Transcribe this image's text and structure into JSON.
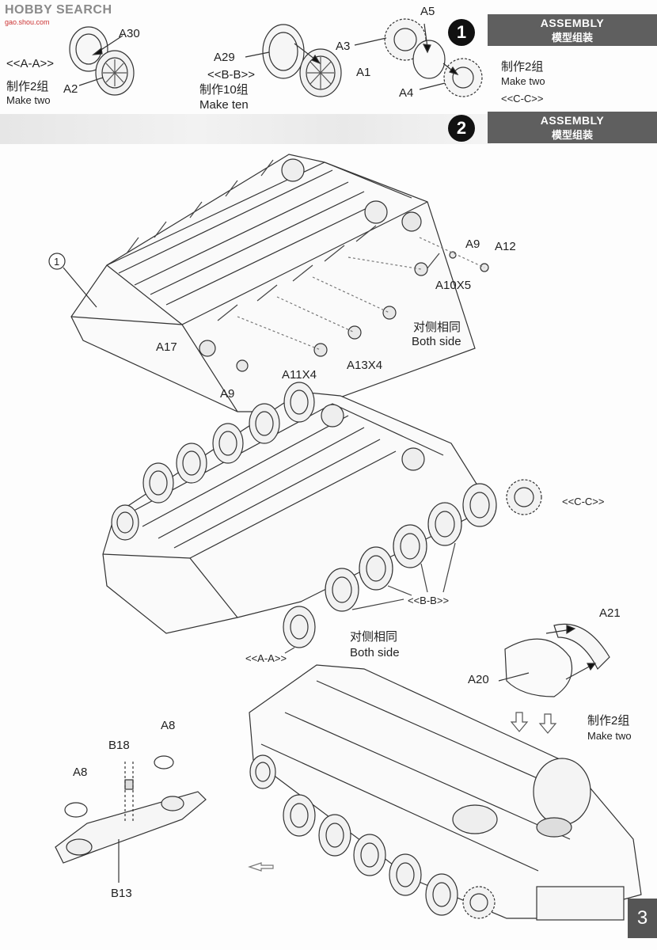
{
  "logo": {
    "text": "HOBBY SEARCH",
    "sub": "gao.shou.com"
  },
  "steps": [
    {
      "number": "1",
      "title": "ASSEMBLY",
      "subtitle": "模型组装"
    },
    {
      "number": "2",
      "title": "ASSEMBLY",
      "subtitle": "模型组装"
    }
  ],
  "step1": {
    "group_a": {
      "tag": "<<A-A>>",
      "parts": [
        "A30",
        "A2"
      ],
      "qty_cn": "制作2组",
      "qty_en": "Make two"
    },
    "group_b": {
      "tag": "<<B-B>>",
      "parts": [
        "A29",
        "A1"
      ],
      "qty_cn": "制作10组",
      "qty_en": "Make ten"
    },
    "group_c": {
      "tag": "<<C-C>>",
      "parts": [
        "A5",
        "A3",
        "A4"
      ],
      "qty_cn": "制作2组",
      "qty_en": "Make two"
    }
  },
  "step2": {
    "callout": "1",
    "parts": [
      "A9",
      "A12",
      "A10X5",
      "A17",
      "A11X4",
      "A13X4",
      "A9"
    ],
    "note1_cn": "对侧相同",
    "note1_en": "Both side",
    "wheel_tags": {
      "cc": "<<C-C>>",
      "bb": "<<B-B>>",
      "aa": "<<A-A>>"
    },
    "note2_cn": "对侧相同",
    "note2_en": "Both side",
    "exhaust": {
      "a21": "A21",
      "a20": "A20",
      "qty_cn": "制作2组",
      "qty_en": "Make two"
    },
    "rear": {
      "a8_right": "A8",
      "b18": "B18",
      "a8_left": "A8",
      "b13": "B13"
    }
  },
  "page_number": "3"
}
